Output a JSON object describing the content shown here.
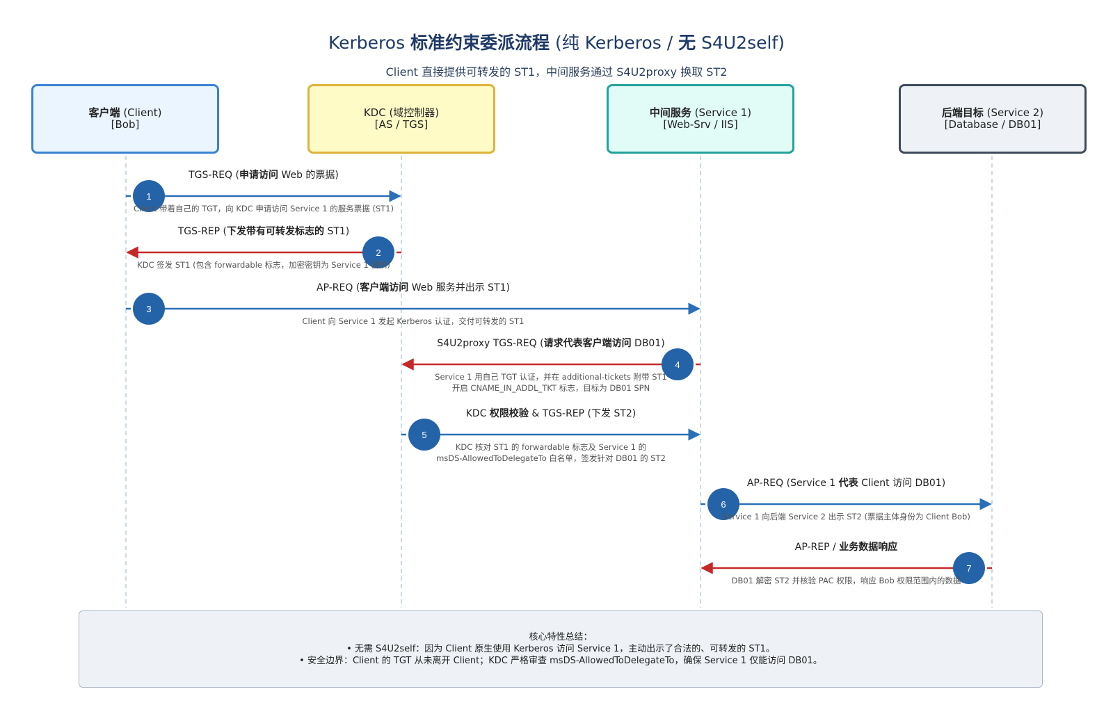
{
  "title": {
    "prefix": "Kerberos ",
    "bold": "标准约束委派流程",
    "mid": " (纯 Kerberos / ",
    "bold2": "无",
    "suffix": " S4U2self)"
  },
  "subtitle": "Client 直接提供可转发的 ST1，中间服务通过 S4U2proxy 换取 ST2",
  "participants": [
    {
      "name_bold": "客户端",
      "name_rest": " (Client)",
      "sub": "[Bob]"
    },
    {
      "name_bold": "",
      "name_rest": "KDC (域控制器)",
      "sub": "[AS / TGS]"
    },
    {
      "name_bold": "中间服务",
      "name_rest": " (Service 1)",
      "sub": "[Web-Srv / IIS]"
    },
    {
      "name_bold": "后端目标",
      "name_rest": " (Service 2)",
      "sub": "[Database / DB01]"
    }
  ],
  "messages": [
    {
      "step": "1",
      "label_plain": "TGS-REQ (",
      "label_bold": "申请访问",
      "label_tail": " Web 的票据)",
      "note": [
        "Client 带着自己的 TGT，向 KDC 申请访问 Service 1 的服务票据 (ST1)"
      ],
      "from": 0,
      "to": 1,
      "color": "#2a6fb8"
    },
    {
      "step": "2",
      "label_plain": "TGS-REP (",
      "label_bold": "下发带有可转发标志的",
      "label_tail": " ST1)",
      "note": [
        "KDC 签发 ST1 (包含 forwardable 标志，加密密钥为 Service 1 密钥)"
      ],
      "from": 1,
      "to": 0,
      "color": "#c62828"
    },
    {
      "step": "3",
      "label_plain": "AP-REQ (",
      "label_bold": "客户端访问",
      "label_tail": " Web 服务并出示 ST1)",
      "note": [
        "Client 向 Service 1 发起 Kerberos 认证，交付可转发的 ST1"
      ],
      "from": 0,
      "to": 2,
      "color": "#2a6fb8"
    },
    {
      "step": "4",
      "label_plain": "S4U2proxy TGS-REQ (",
      "label_bold": "请求代表客户端访问",
      "label_tail": " DB01)",
      "note": [
        "Service 1 用自己 TGT 认证，并在 additional-tickets 附带 ST1",
        "开启 CNAME_IN_ADDL_TKT 标志，目标为 DB01 SPN"
      ],
      "from": 2,
      "to": 1,
      "color": "#c62828"
    },
    {
      "step": "5",
      "label_plain": "KDC ",
      "label_bold": "权限校验",
      "label_tail": " & TGS-REP (下发 ST2)",
      "note": [
        "KDC 核对 ST1 的 forwardable 标志及 Service 1 的",
        "msDS-AllowedToDelegateTo 白名单，签发针对 DB01 的 ST2"
      ],
      "from": 1,
      "to": 2,
      "color": "#2a6fb8"
    },
    {
      "step": "6",
      "label_plain": "AP-REQ (Service 1 ",
      "label_bold": "代表",
      "label_tail": " Client 访问 DB01)",
      "note": [
        "Service 1 向后端 Service 2 出示 ST2 (票据主体身份为 Client Bob)"
      ],
      "from": 2,
      "to": 3,
      "color": "#2a6fb8"
    },
    {
      "step": "7",
      "label_plain": "AP-REP / ",
      "label_bold": "业务数据响应",
      "label_tail": "",
      "note": [
        "DB01 解密 ST2 并核验 PAC 权限，响应 Bob 权限范围内的数据"
      ],
      "from": 3,
      "to": 2,
      "color": "#c62828"
    }
  ],
  "summary": {
    "heading": "核心特性总结：",
    "lines": [
      "• 无需 S4U2self：因为 Client 原生使用 Kerberos 访问 Service 1，主动出示了合法的、可转发的 ST1。",
      "• 安全边界：Client 的 TGT 从未离开 Client；KDC 严格审查 msDS-AllowedToDelegateTo，确保 Service 1 仅能访问 DB01。"
    ]
  },
  "colors": {
    "request": "#2a6fb8",
    "response": "#c62828",
    "step_circle": "#2563a8",
    "lifeline": "#b9cde3"
  }
}
